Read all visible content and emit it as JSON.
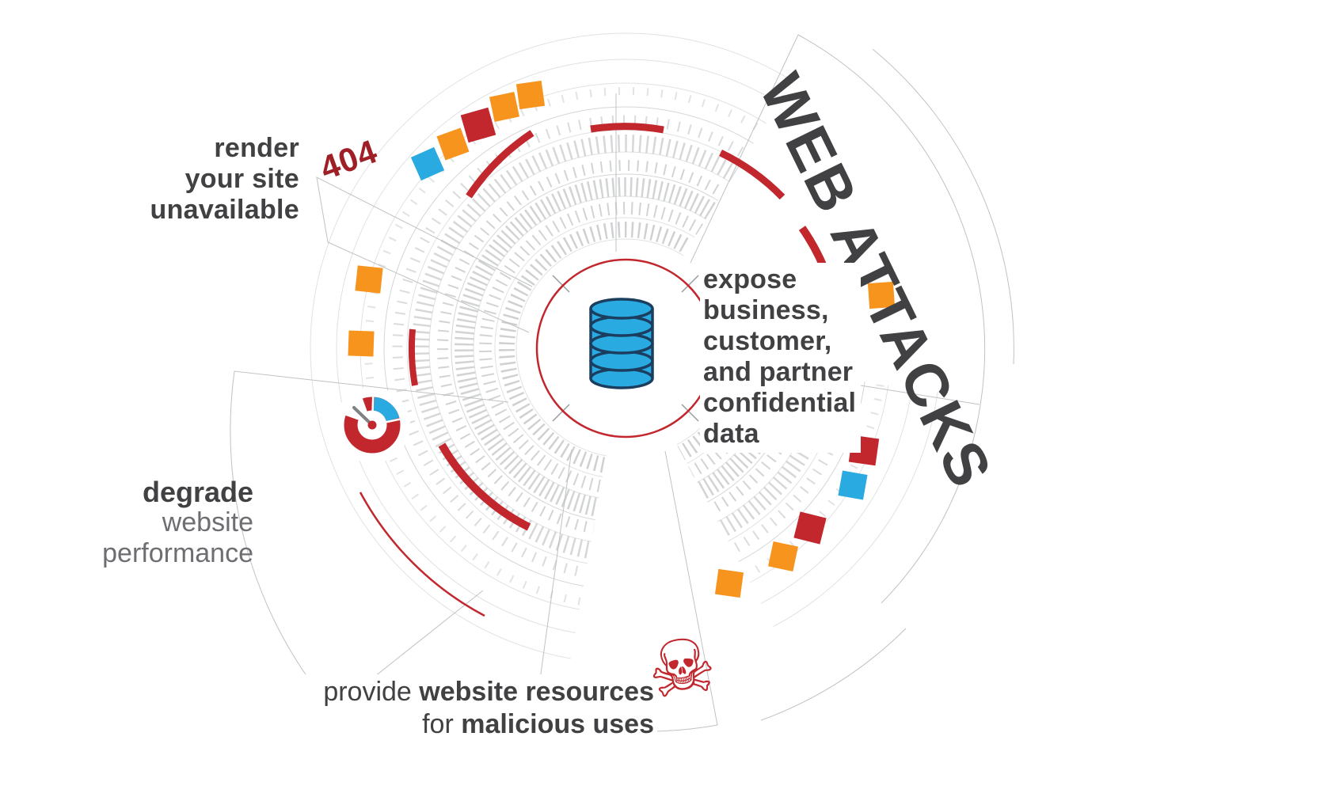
{
  "title": "WEB ATTACKS",
  "badge_404": "404",
  "labels": {
    "render": {
      "l1": "render",
      "l2": "your site",
      "l3": "unavailable"
    },
    "expose": {
      "l1": "expose",
      "l2": "business,",
      "l3": "customer,",
      "l4": "and partner",
      "l5": "confidential",
      "l6": "data"
    },
    "degrade": {
      "l1": "degrade",
      "l2": "website",
      "l3": "performance"
    },
    "provide": {
      "n1": "provide ",
      "b1": "website resources",
      "n2": "for ",
      "b2": "malicious uses"
    }
  },
  "icons": {
    "skull": "☠"
  },
  "colors": {
    "red": "#c1272d",
    "orange": "#f7941d",
    "blue": "#29abe2",
    "dark_text": "#414042",
    "muted_text": "#6d6e71",
    "line_gray": "#bcbec0"
  }
}
